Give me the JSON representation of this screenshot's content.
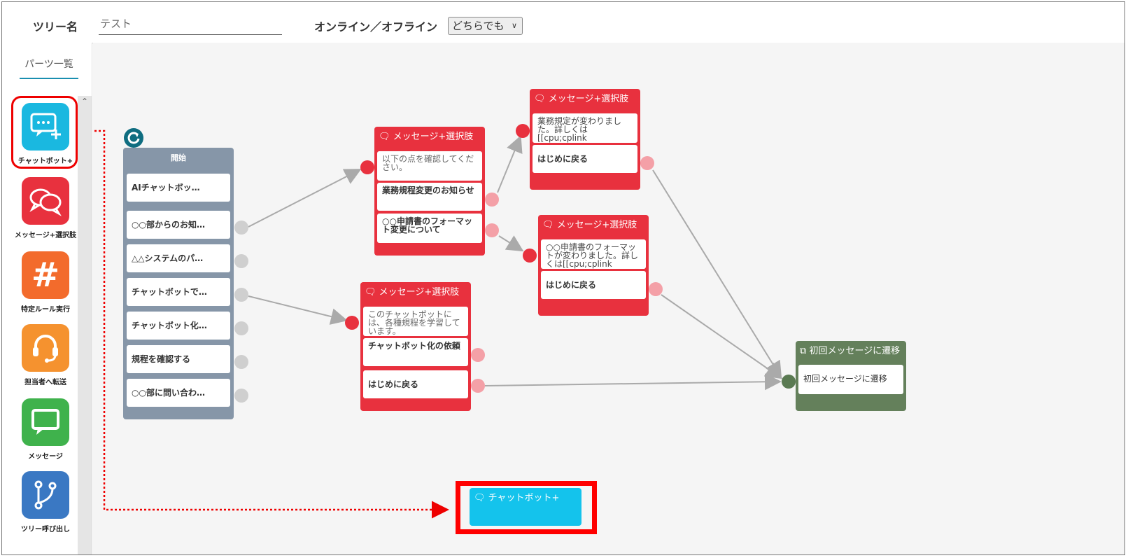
{
  "header": {
    "tree_name_label": "ツリー名",
    "tree_name_value": "テスト",
    "online_label": "オンライン／オフライン",
    "online_select_value": "どちらでも"
  },
  "sidebar": {
    "tab_label": "パーツ一覧",
    "parts": [
      {
        "label": "チャットボット+",
        "icon": "chatbot-plus-icon",
        "color": "#1ab8e0"
      },
      {
        "label": "メッセージ+選択肢",
        "icon": "message-choices-icon",
        "color": "#e8313e"
      },
      {
        "label": "特定ルール実行",
        "icon": "hash-icon",
        "color": "#f36b2c"
      },
      {
        "label": "担当者へ転送",
        "icon": "headset-icon",
        "color": "#f5922f"
      },
      {
        "label": "メッセージ",
        "icon": "message-icon",
        "color": "#3fb24c"
      },
      {
        "label": "ツリー呼び出し",
        "icon": "branch-icon",
        "color": "#3a78c3"
      }
    ]
  },
  "canvas": {
    "start_node": {
      "title": "開始",
      "options": [
        "AIチャットボッ…",
        "○○部からのお知…",
        "△△システムのパ…",
        "チャットボットで…",
        "チャットボット化…",
        "規程を確認する",
        "○○部に問い合わ…"
      ]
    },
    "msg_node_1": {
      "title": "メッセージ+選択肢",
      "message": "以下の点を確認してください。",
      "options": [
        "業務規程変更のお知らせ",
        "○○申請書のフォーマット変更について"
      ]
    },
    "msg_node_2": {
      "title": "メッセージ+選択肢",
      "message": "業務規定が変わりました。詳しくは[[cpu;cplink",
      "options": [
        "はじめに戻る"
      ]
    },
    "msg_node_3": {
      "title": "メッセージ+選択肢",
      "message": "○○申請書のフォーマットが変わりました。詳しくは[[cpu;cplink",
      "options": [
        "はじめに戻る"
      ]
    },
    "msg_node_4": {
      "title": "メッセージ+選択肢",
      "message": "このチャットボットには、各種規程を学習しています。",
      "options": [
        "チャットボット化の依頼",
        "はじめに戻る"
      ]
    },
    "goto_node": {
      "title": "初回メッセージに遷移",
      "body": "初回メッセージに遷移"
    },
    "dropped_node": {
      "title": "チャットボット+"
    }
  },
  "colors": {
    "message_node": "#e8313e",
    "start_node": "#8696a8",
    "goto_node": "#64805b",
    "chatbot_node": "#14c3ec",
    "highlight": "#e00000"
  }
}
